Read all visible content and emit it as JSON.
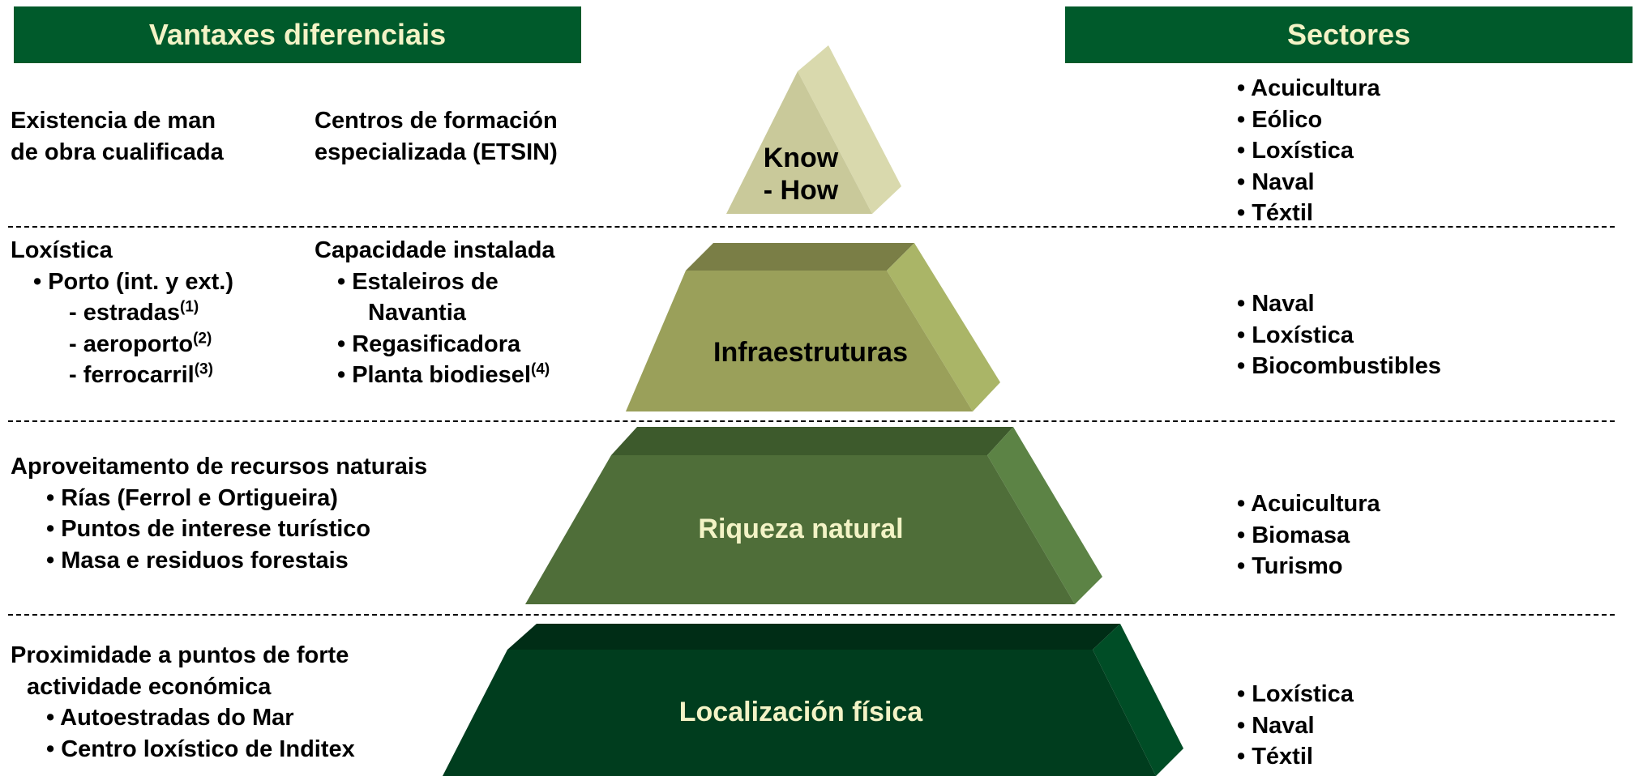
{
  "headers": {
    "left": "Vantaxes diferenciais",
    "right": "Sectores"
  },
  "pyramid": {
    "top": {
      "label_line1": "Know",
      "label_line2": "- How"
    },
    "level2": {
      "label": "Infraestruturas"
    },
    "level3": {
      "label": "Riqueza natural"
    },
    "level4": {
      "label": "Localización física"
    }
  },
  "row1": {
    "col1": {
      "line1": "Existencia de man",
      "line2": "de obra cualificada"
    },
    "col2": {
      "line1": "Centros de formación",
      "line2": "especializada (ETSIN)"
    },
    "sectors": [
      "• Acuicultura",
      "• Eólico",
      "• Loxística",
      "• Naval",
      "• Téxtil"
    ]
  },
  "row2": {
    "col1": {
      "title": "Loxística",
      "bullet": "• Porto (int. y ext.)",
      "items": [
        {
          "text": "estradas",
          "note": "(1)"
        },
        {
          "text": "aeroporto",
          "note": "(2)"
        },
        {
          "text": "ferrocarril",
          "note": "(3)"
        }
      ]
    },
    "col2": {
      "title": "Capacidade instalada",
      "b1_line1": "• Estaleiros de",
      "b1_line2": "Navantia",
      "b2": "• Regasificadora",
      "b3": "• Planta biodiesel",
      "b3_note": "(4)"
    },
    "sectors": [
      "• Naval",
      "• Loxística",
      "• Biocombustibles"
    ]
  },
  "row3": {
    "title": "Aproveitamento de recursos naturais",
    "items": [
      "• Rías (Ferrol e Ortigueira)",
      "• Puntos de interese turístico",
      "• Masa e residuos forestais"
    ],
    "sectors": [
      "• Acuicultura",
      "• Biomasa",
      "• Turismo"
    ]
  },
  "row4": {
    "title_line1": "Proximidade a puntos de forte",
    "title_line2": "actividade económica",
    "items": [
      "• Autoestradas do Mar",
      "• Centro loxístico de Inditex"
    ],
    "sectors": [
      "• Loxística",
      "• Naval",
      "• Téxtil"
    ]
  },
  "colors": {
    "header_bg": "#005a2b",
    "header_text": "#f3f3c6",
    "top_front": "#c9c99a",
    "top_side": "#d9d9ad",
    "level2_front": "#9aa05a",
    "level2_side": "#aab567",
    "level2_top": "#7a7e46",
    "level3_front": "#4f6e39",
    "level3_side": "#5c8345",
    "level3_top": "#3d5a2c",
    "level4_front": "#003d1e",
    "level4_side": "#004d26",
    "level4_top": "#002d16"
  }
}
